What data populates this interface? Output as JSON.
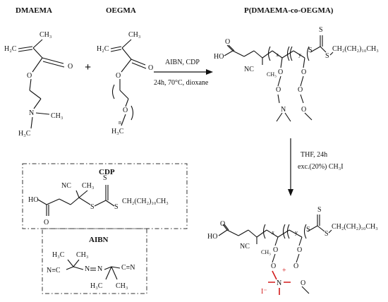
{
  "labels": {
    "dmaema": "DMAEMA",
    "oegma": "OEGMA",
    "copolymer": "P(DMAEMA-co-OEGMA)",
    "cdp": "CDP",
    "aibn": "AIBN"
  },
  "atoms": {
    "ch3": "CH₃",
    "h2c": "H₂C",
    "h3c": "H₃C",
    "o": "O",
    "n": "N",
    "s": "S",
    "nc": "NC",
    "cn": "C≡N",
    "n_c_left": "N≡C",
    "ho": "HO",
    "x": "x",
    "y": "y",
    "n_sub": "n",
    "alkyl": "CH₂(CH₂)₁₀CH₃",
    "plus": "+",
    "iodide": "I⁻"
  },
  "reaction1": {
    "reagent": "AIBN, CDP",
    "conditions": "24h, 70°C, dioxane"
  },
  "reaction2": {
    "conditions": "THF, 24h",
    "reagent": "exc.(20%) CH₃I"
  },
  "plus_sign": "+",
  "colors": {
    "ink": "#111111",
    "quaternization": "#d21a1a"
  }
}
